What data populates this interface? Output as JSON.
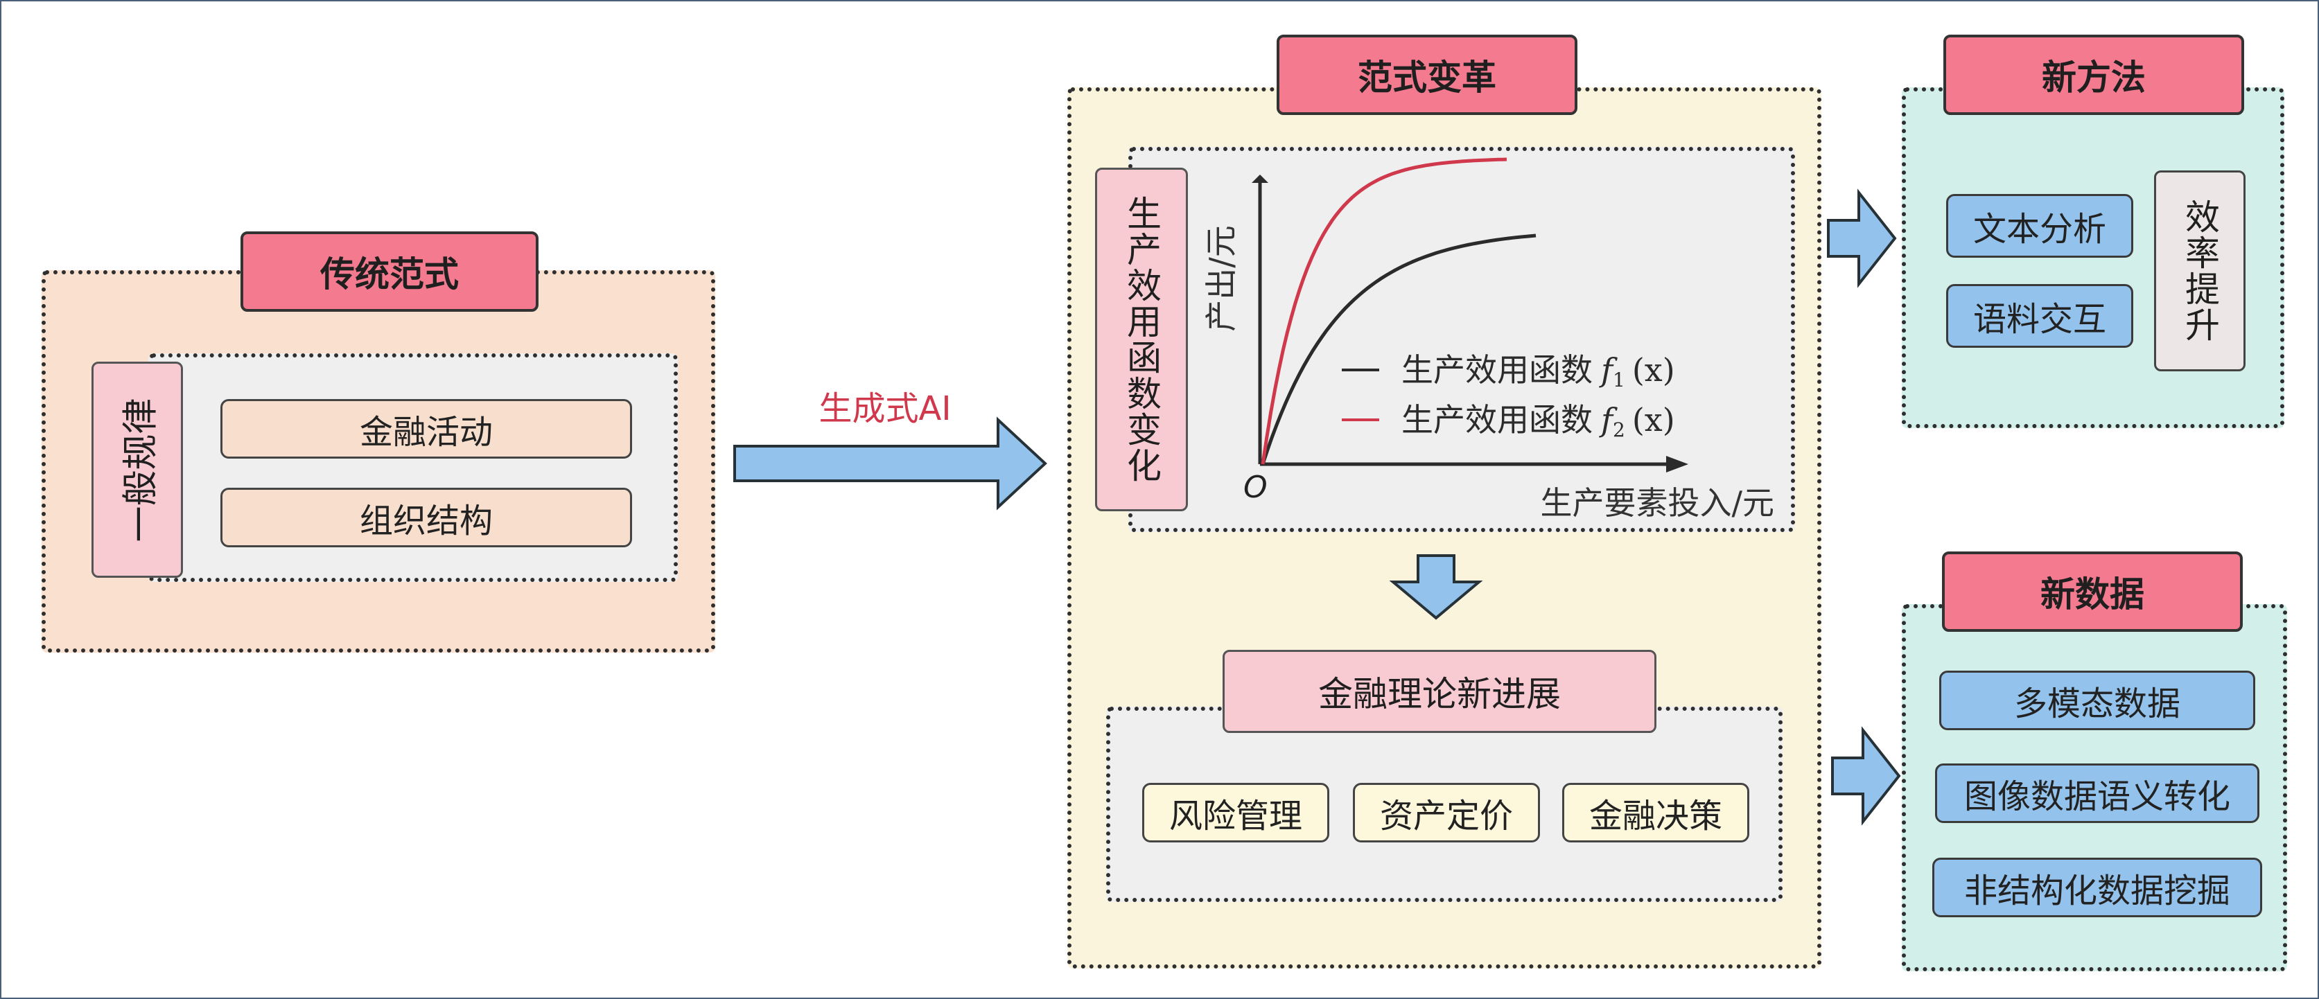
{
  "traditional": {
    "title": "传统范式",
    "side_label": "一般规律",
    "items": [
      "金融活动",
      "组织结构"
    ]
  },
  "arrow_label": "生成式AI",
  "paradigm": {
    "title": "范式变革",
    "side_label": "生产效用函数变化",
    "subtitle": "金融理论新进展",
    "items": [
      "风险管理",
      "资产定价",
      "金融决策"
    ]
  },
  "chart_data": {
    "type": "line",
    "title": "",
    "xlabel": "生产要素投入/元",
    "ylabel": "产出/元",
    "origin_label": "O",
    "series": [
      {
        "name": "生产效用函数",
        "func": "f",
        "sub": "1",
        "arg": "(x)",
        "color": "#2b2b2b",
        "shape": "sqrt-slow"
      },
      {
        "name": "生产效用函数",
        "func": "f",
        "sub": "2",
        "arg": "(x)",
        "color": "#d0384c",
        "shape": "sqrt-fast"
      }
    ]
  },
  "new_method": {
    "title": "新方法",
    "items": [
      "文本分析",
      "语料交互"
    ],
    "side": "效率提升"
  },
  "new_data": {
    "title": "新数据",
    "items": [
      "多模态数据",
      "图像数据语义转化",
      "非结构化数据挖掘"
    ]
  },
  "colors": {
    "title_red": "#f47b8f",
    "title_pink": "#f8cbd3",
    "peach_bg": "#f9e0cf",
    "cream_bg": "#fbf4dd",
    "mint_bg": "#d3efe9",
    "arrow_blue": "#93c3ec",
    "accent_red": "#d0384c"
  }
}
